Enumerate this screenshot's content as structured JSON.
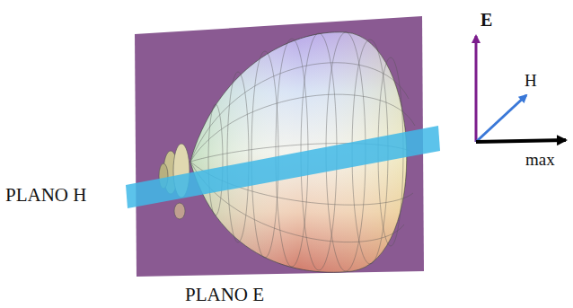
{
  "diagram": {
    "labels": [
      "PLANO H",
      "PLANO E",
      "E",
      "H",
      "max"
    ]
  }
}
